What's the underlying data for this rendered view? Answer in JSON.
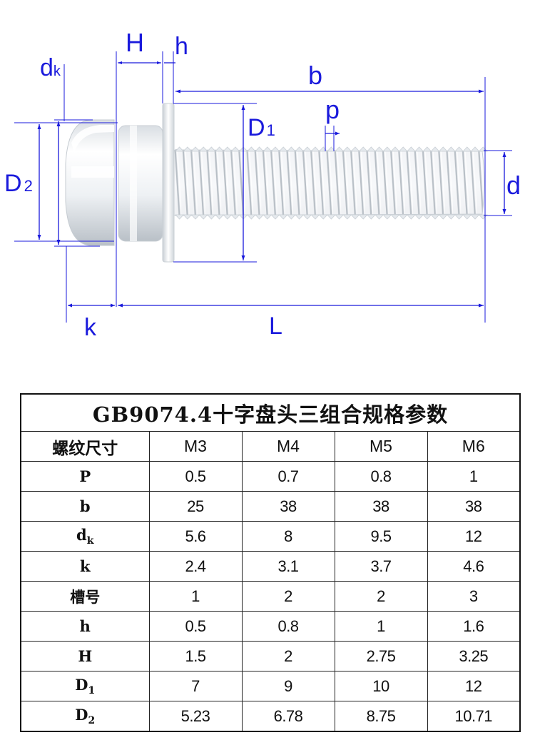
{
  "diagram": {
    "labels": {
      "H": "H",
      "h": "h",
      "dk_main": "d",
      "dk_sub": "k",
      "b": "b",
      "p": "p",
      "D1_main": "D",
      "D1_sub": "1",
      "D2_main": "D",
      "D2_sub": "2",
      "d": "d",
      "k": "k",
      "L": "L"
    },
    "colors": {
      "dimension": "#1a1adc",
      "screw_light": "#eef1f4",
      "screw_shade": "#a9b0b8"
    }
  },
  "table": {
    "title": "GB9074.4十字盘头三组合规格参数",
    "header_label": "螺纹尺寸",
    "sizes": [
      "M3",
      "M4",
      "M5",
      "M6"
    ],
    "rows": [
      {
        "label": "P",
        "sub": "",
        "values": [
          "0.5",
          "0.7",
          "0.8",
          "1"
        ]
      },
      {
        "label": "b",
        "sub": "",
        "values": [
          "25",
          "38",
          "38",
          "38"
        ]
      },
      {
        "label": "d",
        "sub": "k",
        "values": [
          "5.6",
          "8",
          "9.5",
          "12"
        ]
      },
      {
        "label": "k",
        "sub": "",
        "values": [
          "2.4",
          "3.1",
          "3.7",
          "4.6"
        ]
      },
      {
        "label": "槽号",
        "sub": "",
        "values": [
          "1",
          "2",
          "2",
          "3"
        ]
      },
      {
        "label": "h",
        "sub": "",
        "values": [
          "0.5",
          "0.8",
          "1",
          "1.6"
        ]
      },
      {
        "label": "H",
        "sub": "",
        "values": [
          "1.5",
          "2",
          "2.75",
          "3.25"
        ]
      },
      {
        "label": "D",
        "sub": "1",
        "values": [
          "7",
          "9",
          "10",
          "12"
        ]
      },
      {
        "label": "D",
        "sub": "2",
        "values": [
          "5.23",
          "6.78",
          "8.75",
          "10.71"
        ]
      }
    ]
  }
}
